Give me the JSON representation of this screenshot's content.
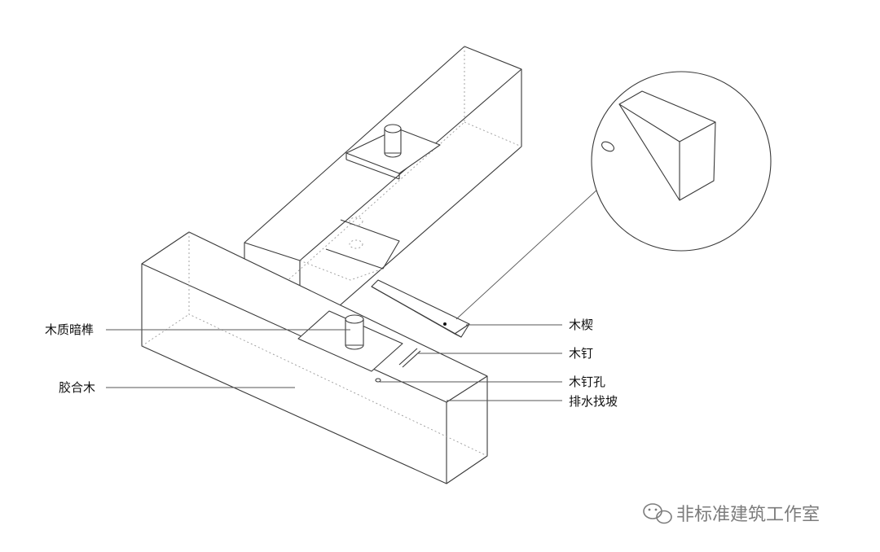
{
  "labels": {
    "left": [
      {
        "text": "木质暗榫"
      },
      {
        "text": "胶合木"
      }
    ],
    "right": [
      {
        "text": "木楔"
      },
      {
        "text": "木钉"
      },
      {
        "text": "木钉孔"
      },
      {
        "text": "排水找坡"
      }
    ]
  },
  "watermark": {
    "text": "非标准建筑工作室",
    "icon": "wechat-icon"
  },
  "colors": {
    "line": "#3a3a3a",
    "hidden_line": "#9a9a9a",
    "watermark": "#7c7c7c"
  }
}
